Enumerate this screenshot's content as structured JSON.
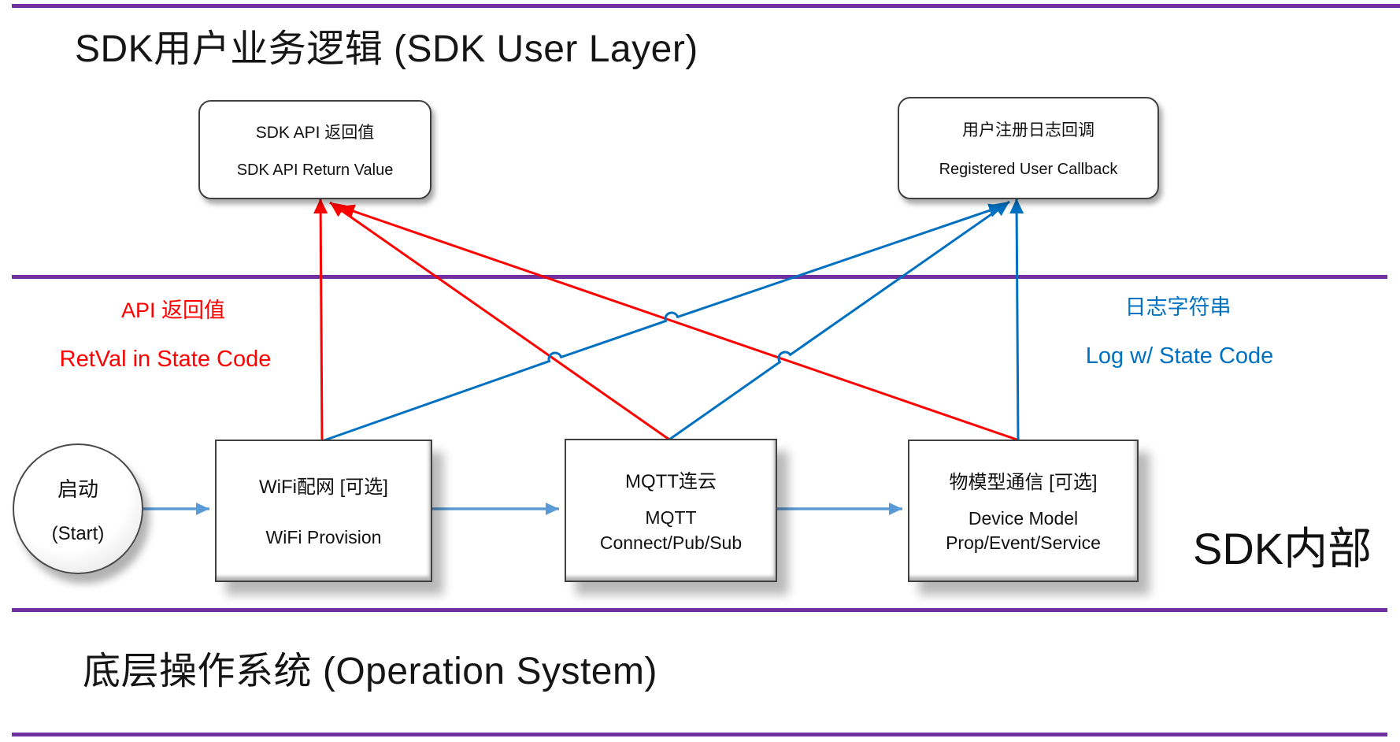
{
  "titles": {
    "top": "SDK用户业务逻辑 (SDK User Layer)",
    "bottom": "底层操作系统 (Operation System)",
    "sdk_internal": "SDK内部"
  },
  "callouts": {
    "api_return": {
      "line1_cn": "SDK API 返回值",
      "line2_en": "SDK API Return Value"
    },
    "user_callback": {
      "line1_cn": "用户注册日志回调",
      "line2_en": "Registered User Callback"
    }
  },
  "labels": {
    "retval_cn": "API 返回值",
    "retval_en": "RetVal in State Code",
    "log_cn": "日志字符串",
    "log_en": "Log w/ State Code"
  },
  "start_node": {
    "line1_cn": "启动",
    "line2_en": "(Start)"
  },
  "process_boxes": [
    {
      "id": "wifi",
      "line1_cn": "WiFi配网 [可选]",
      "line2_en": "WiFi Provision"
    },
    {
      "id": "mqtt",
      "line1_cn": "MQTT连云",
      "line2_en": "MQTT",
      "line3_en": "Connect/Pub/Sub"
    },
    {
      "id": "device_model",
      "line1_cn": "物模型通信 [可选]",
      "line2_en": "Device Model",
      "line3_en": "Prop/Event/Service"
    }
  ],
  "colors": {
    "separator_purple": "#7030A0",
    "return_arrow_red": "#FF0000",
    "log_arrow_blue": "#0070C0",
    "flow_arrow_blue": "#5B9BD5"
  }
}
